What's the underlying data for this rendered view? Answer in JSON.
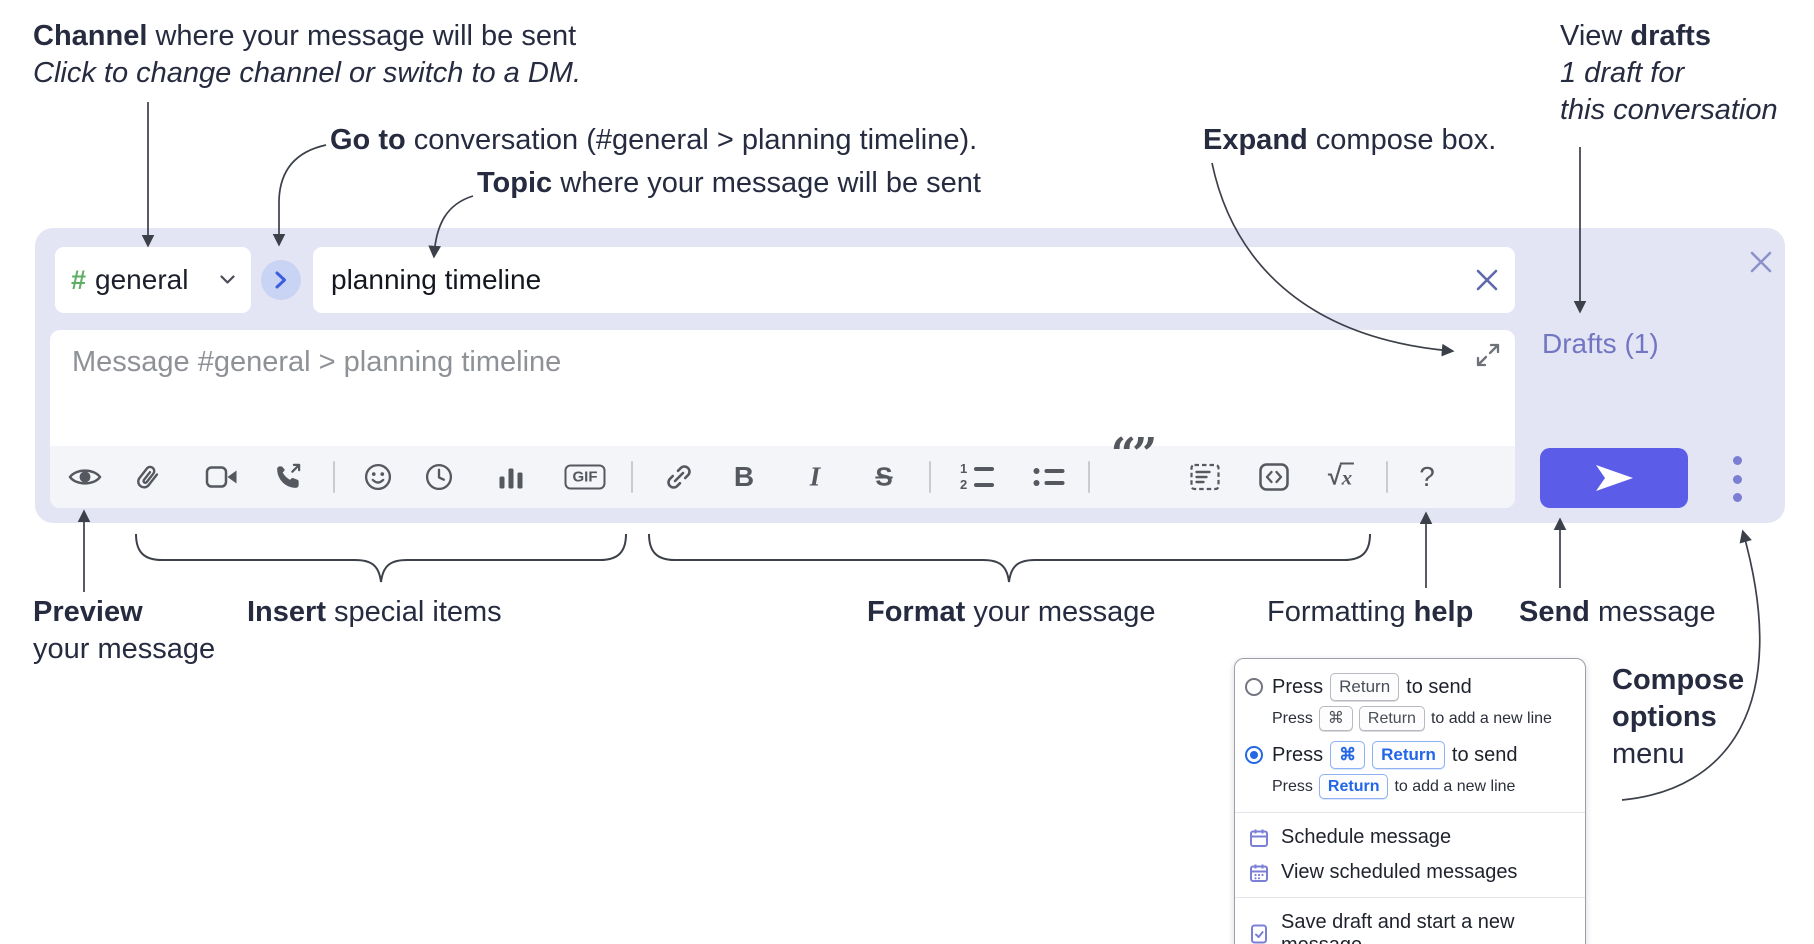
{
  "annotations": {
    "channel_bold": "Channel",
    "channel_rest": " where your message will be sent",
    "channel_sub": "Click to change channel or switch to a DM.",
    "goto_bold": "Go to",
    "goto_rest": " conversation (#general > planning timeline).",
    "topic_bold": "Topic",
    "topic_rest": " where your message will be sent",
    "expand_bold": "Expand",
    "expand_rest": " compose box.",
    "drafts_pre": "View ",
    "drafts_bold": "drafts",
    "drafts_line2": "1 draft for",
    "drafts_line3": "this conversation",
    "preview_bold": "Preview",
    "preview_line2": "your message",
    "insert_bold": "Insert",
    "insert_rest": " special items",
    "format_bold": "Format",
    "format_rest": " your message",
    "help_pre": "Formatting ",
    "help_bold": "help",
    "send_bold": "Send",
    "send_rest": " message",
    "compose_line1": "Compose",
    "compose_line2": "options",
    "compose_line3": "menu"
  },
  "compose": {
    "channel": {
      "prefix": "#",
      "name": "general"
    },
    "topic_value": "planning timeline",
    "message_placeholder": "Message #general > planning timeline",
    "drafts_link": "Drafts (1)",
    "toolbar_icons": [
      "eye-preview",
      "paperclip-attach",
      "video-camera",
      "phone-call",
      "emoji-smiley",
      "clock",
      "bar-chart-poll",
      "gif",
      "link",
      "bold",
      "italic",
      "strikethrough",
      "ordered-list",
      "bulleted-list",
      "blockquote",
      "code-block",
      "code",
      "formula",
      "help"
    ],
    "glyphs": {
      "bold": "B",
      "italic": "I",
      "strike": "S",
      "gif": "GIF",
      "sqrt_root": "√",
      "sqrt_var": "x",
      "help": "?",
      "ol1": "1",
      "ol2": "2",
      "quote": "“”"
    }
  },
  "menu": {
    "opt1": {
      "press": "Press",
      "key_return": "Return",
      "suffix": "to send",
      "sub_press": "Press",
      "sub_key_cmd": "⌘",
      "sub_key_return": "Return",
      "sub_suffix": "to add a new line"
    },
    "opt2": {
      "press": "Press",
      "key_cmd": "⌘",
      "key_return": "Return",
      "suffix": "to send",
      "sub_press": "Press",
      "sub_key_return": "Return",
      "sub_suffix": "to add a new line"
    },
    "schedule": "Schedule message",
    "view_scheduled": "View scheduled messages",
    "save_draft": "Save draft and start a new message"
  },
  "colors": {
    "accent": "#5b5ce8",
    "compose_bg": "#e3e5f4",
    "drafts_link": "#7276c2",
    "menu_icon": "#7b7fd6",
    "radio_selected": "#2468e5",
    "channel_hash_green": "#5fae66",
    "key_blue": "#2366e8"
  }
}
